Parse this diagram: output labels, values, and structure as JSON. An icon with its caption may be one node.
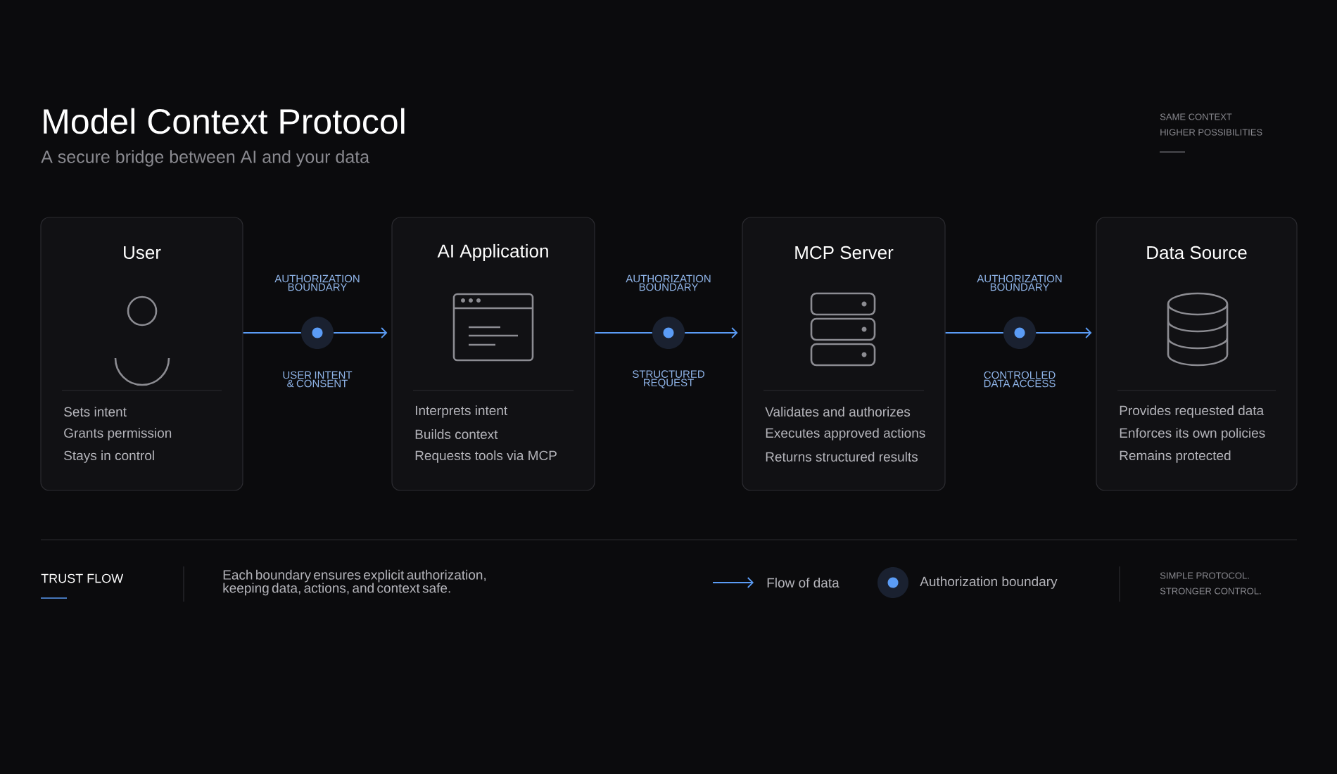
{
  "diagram": {
    "title": "Model Context Protocol",
    "nodes": [
      {
        "text": [
          "User",
          "Sets intent",
          "Grants permission",
          "Stays in control"
        ]
      },
      {
        "text": [
          "AI Application",
          "Interprets intent",
          "Builds context",
          "Requests tools via MCP"
        ]
      },
      {
        "text": [
          "MCP Server",
          "Validates and authorizes",
          "Executes approved actions",
          "Returns structured results"
        ]
      },
      {
        "text": [
          "Data Source",
          "Provides requested data",
          "Enforces its own policies",
          "Remains protected"
        ]
      },
      {
        "text": [],
        "shape": "circle",
        "beside": [
          "AUTHORIZATION BOUNDARY",
          "USER INTENT & CONSENT"
        ]
      },
      {
        "text": [],
        "shape": "circle",
        "beside": [
          "AUTHORIZATION BOUNDARY",
          "STRUCTURED REQUEST"
        ]
      },
      {
        "text": [],
        "shape": "circle",
        "beside": [
          "AUTHORIZATION BOUNDARY",
          "CONTROLLED DATA ACCESS"
        ]
      }
    ],
    "edges": [
      {
        "from": 0,
        "to": 4,
        "arrow": "none"
      },
      {
        "from": 4,
        "to": 1,
        "arrow": "to"
      },
      {
        "from": 1,
        "to": 5,
        "arrow": "none"
      },
      {
        "from": 5,
        "to": 2,
        "arrow": "to"
      },
      {
        "from": 2,
        "to": 6,
        "arrow": "none"
      },
      {
        "from": 6,
        "to": 3,
        "arrow": "to"
      }
    ],
    "labels": [
      "A secure bridge between AI and your data",
      "SAME CONTEXT",
      "HIGHER POSSIBILITIES",
      "TRUST FLOW",
      "Each boundary ensures explicit authorization, keeping data, actions, and context safe.",
      "SIMPLE PROTOCOL.",
      "STRONGER CONTROL."
    ],
    "legend": [
      {
        "text": "Flow of data"
      },
      {
        "text": "Authorization boundary",
        "color": "#5b9cf5"
      }
    ]
  }
}
